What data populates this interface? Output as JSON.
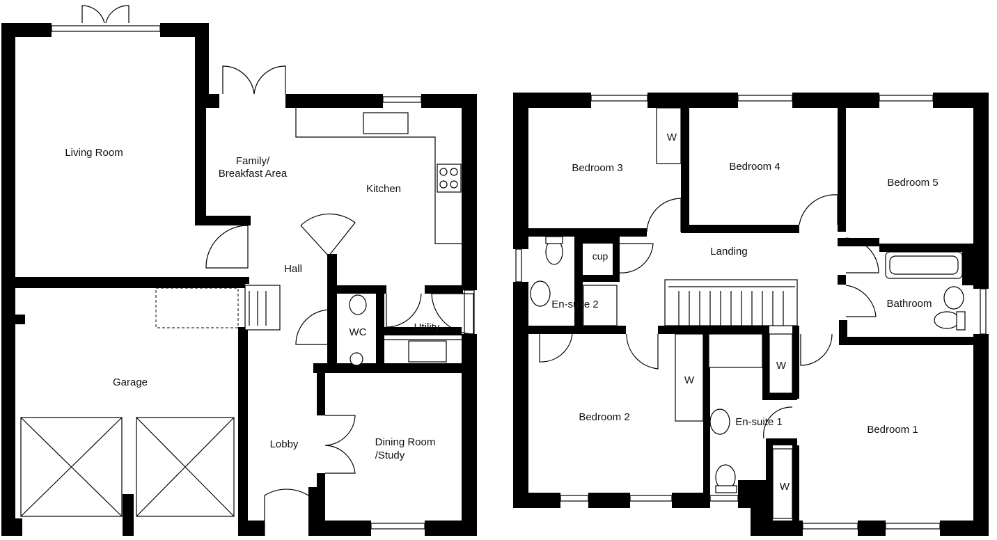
{
  "ground_floor": {
    "rooms": {
      "living_room": "Living Room",
      "family_line1": "Family/",
      "family_line2": "Breakfast Area",
      "kitchen": "Kitchen",
      "hall": "Hall",
      "wc": "WC",
      "utility": "Utility",
      "garage": "Garage",
      "lobby": "Lobby",
      "dining_line1": "Dining Room",
      "dining_line2": "/Study"
    }
  },
  "first_floor": {
    "rooms": {
      "bedroom3": "Bedroom 3",
      "bedroom4": "Bedroom 4",
      "bedroom5": "Bedroom 5",
      "landing": "Landing",
      "cup": "cup",
      "ensuite2": "En-suite 2",
      "bathroom": "Bathroom",
      "bedroom2": "Bedroom 2",
      "ensuite1": "En-suite 1",
      "bedroom1": "Bedroom 1",
      "wardrobe_label": "W"
    }
  }
}
